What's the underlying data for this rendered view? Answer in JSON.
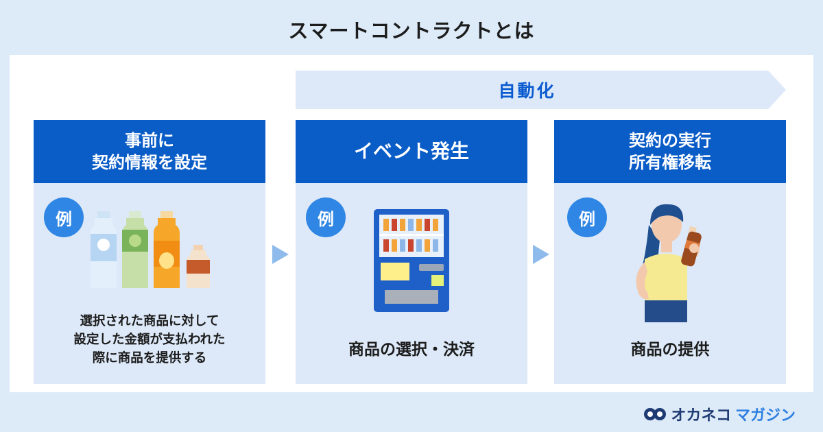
{
  "title": "スマートコントラクトとは",
  "automation_label": "自動化",
  "columns": [
    {
      "heading_lines": [
        "事前に",
        "契約情報を設定"
      ],
      "badge": "例",
      "caption_lines": [
        "選択された商品に対して",
        "設定した金額が支払われた",
        "際に商品を提供する"
      ],
      "illustration": "bottles-icon"
    },
    {
      "heading_lines": [
        "イベント発生"
      ],
      "badge": "例",
      "caption_lines": [
        "商品の選択・決済"
      ],
      "illustration": "vending-machine-icon"
    },
    {
      "heading_lines": [
        "契約の実行",
        "所有権移転"
      ],
      "badge": "例",
      "caption_lines": [
        "商品の提供"
      ],
      "illustration": "woman-drinking-icon"
    }
  ],
  "logo": {
    "part1": "オカネコ",
    "part2": "マガジン",
    "icon": "logo-mark-icon"
  },
  "colors": {
    "header_blue": "#0a5cc7",
    "light_blue": "#dde9f8",
    "badge_blue": "#2f86e4",
    "arrow": "#8fbbec"
  }
}
